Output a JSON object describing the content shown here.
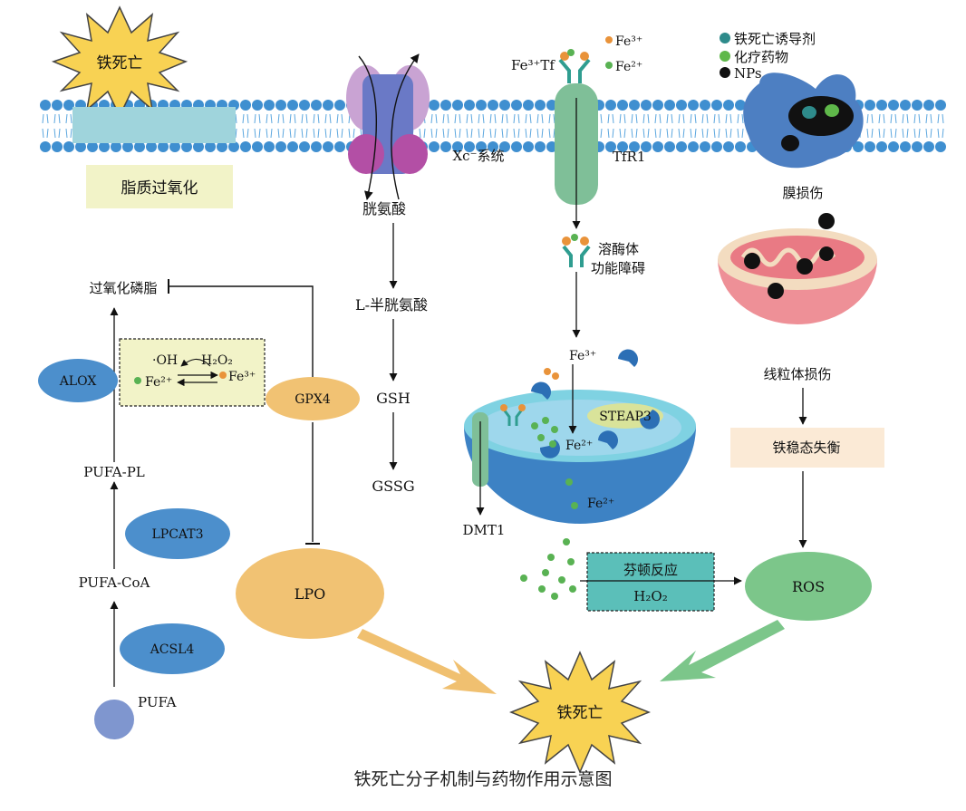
{
  "caption": "铁死亡分子机制与药物作用示意图",
  "burst_top": "铁死亡",
  "burst_bottom": "铁死亡",
  "lipid_peroxidation": "脂质过氧化",
  "legend": [
    {
      "label": "铁死亡诱导剂",
      "color": "#2e8b8b"
    },
    {
      "label": "化疗药物",
      "color": "#5fb84a"
    },
    {
      "label": "NPs",
      "color": "#111111"
    }
  ],
  "xc": {
    "label": "Xc⁻系统",
    "cystine": "胱氨酸",
    "l_cys": "L-半胱氨酸",
    "gsh": "GSH",
    "gssg": "GSSG"
  },
  "tfr": {
    "fe3tf": "Fe³⁺Tf",
    "fe3": "Fe³⁺",
    "fe2": "Fe²⁺",
    "label": "TfR1",
    "lysosome": [
      "溶酶体",
      "功能障碍"
    ]
  },
  "endosome": {
    "fe3": "Fe³⁺",
    "steap3": "STEAP3",
    "fe2_inner": "Fe²⁺",
    "fe2_lower": "Fe²⁺",
    "dmt1": "DMT1"
  },
  "membrane_damage": "膜损伤",
  "mito_damage": "线粒体损伤",
  "iron_imbalance": "铁稳态失衡",
  "fenton": {
    "label": "芬顿反应",
    "h2o2": "H₂O₂"
  },
  "ros": "ROS",
  "lipid_path": {
    "top": "过氧化磷脂",
    "pufa_pl": "PUFA-PL",
    "pufa_coa": "PUFA-CoA",
    "pufa": "PUFA",
    "alox": "ALOX",
    "lpcat3": "LPCAT3",
    "acsl4": "ACSL4"
  },
  "fenton_box": {
    "oh": "·OH",
    "h2o2": "H₂O₂",
    "fe2": "Fe²⁺",
    "fe3": "Fe³⁺"
  },
  "gpx4": "GPX4",
  "lpo": "LPO",
  "colors": {
    "membrane_head": "#3f8fd0",
    "teal_box": "#5bbfb9",
    "lipid_box": "#f2f3c8",
    "gpx4": "#f1c273",
    "lpo": "#f1c273",
    "ros": "#7cc68a",
    "blue_ellipse": "#4c8fcc",
    "iron_box": "#fbead6",
    "arrow_orange": "#f0c070",
    "arrow_green": "#7cc68a"
  }
}
